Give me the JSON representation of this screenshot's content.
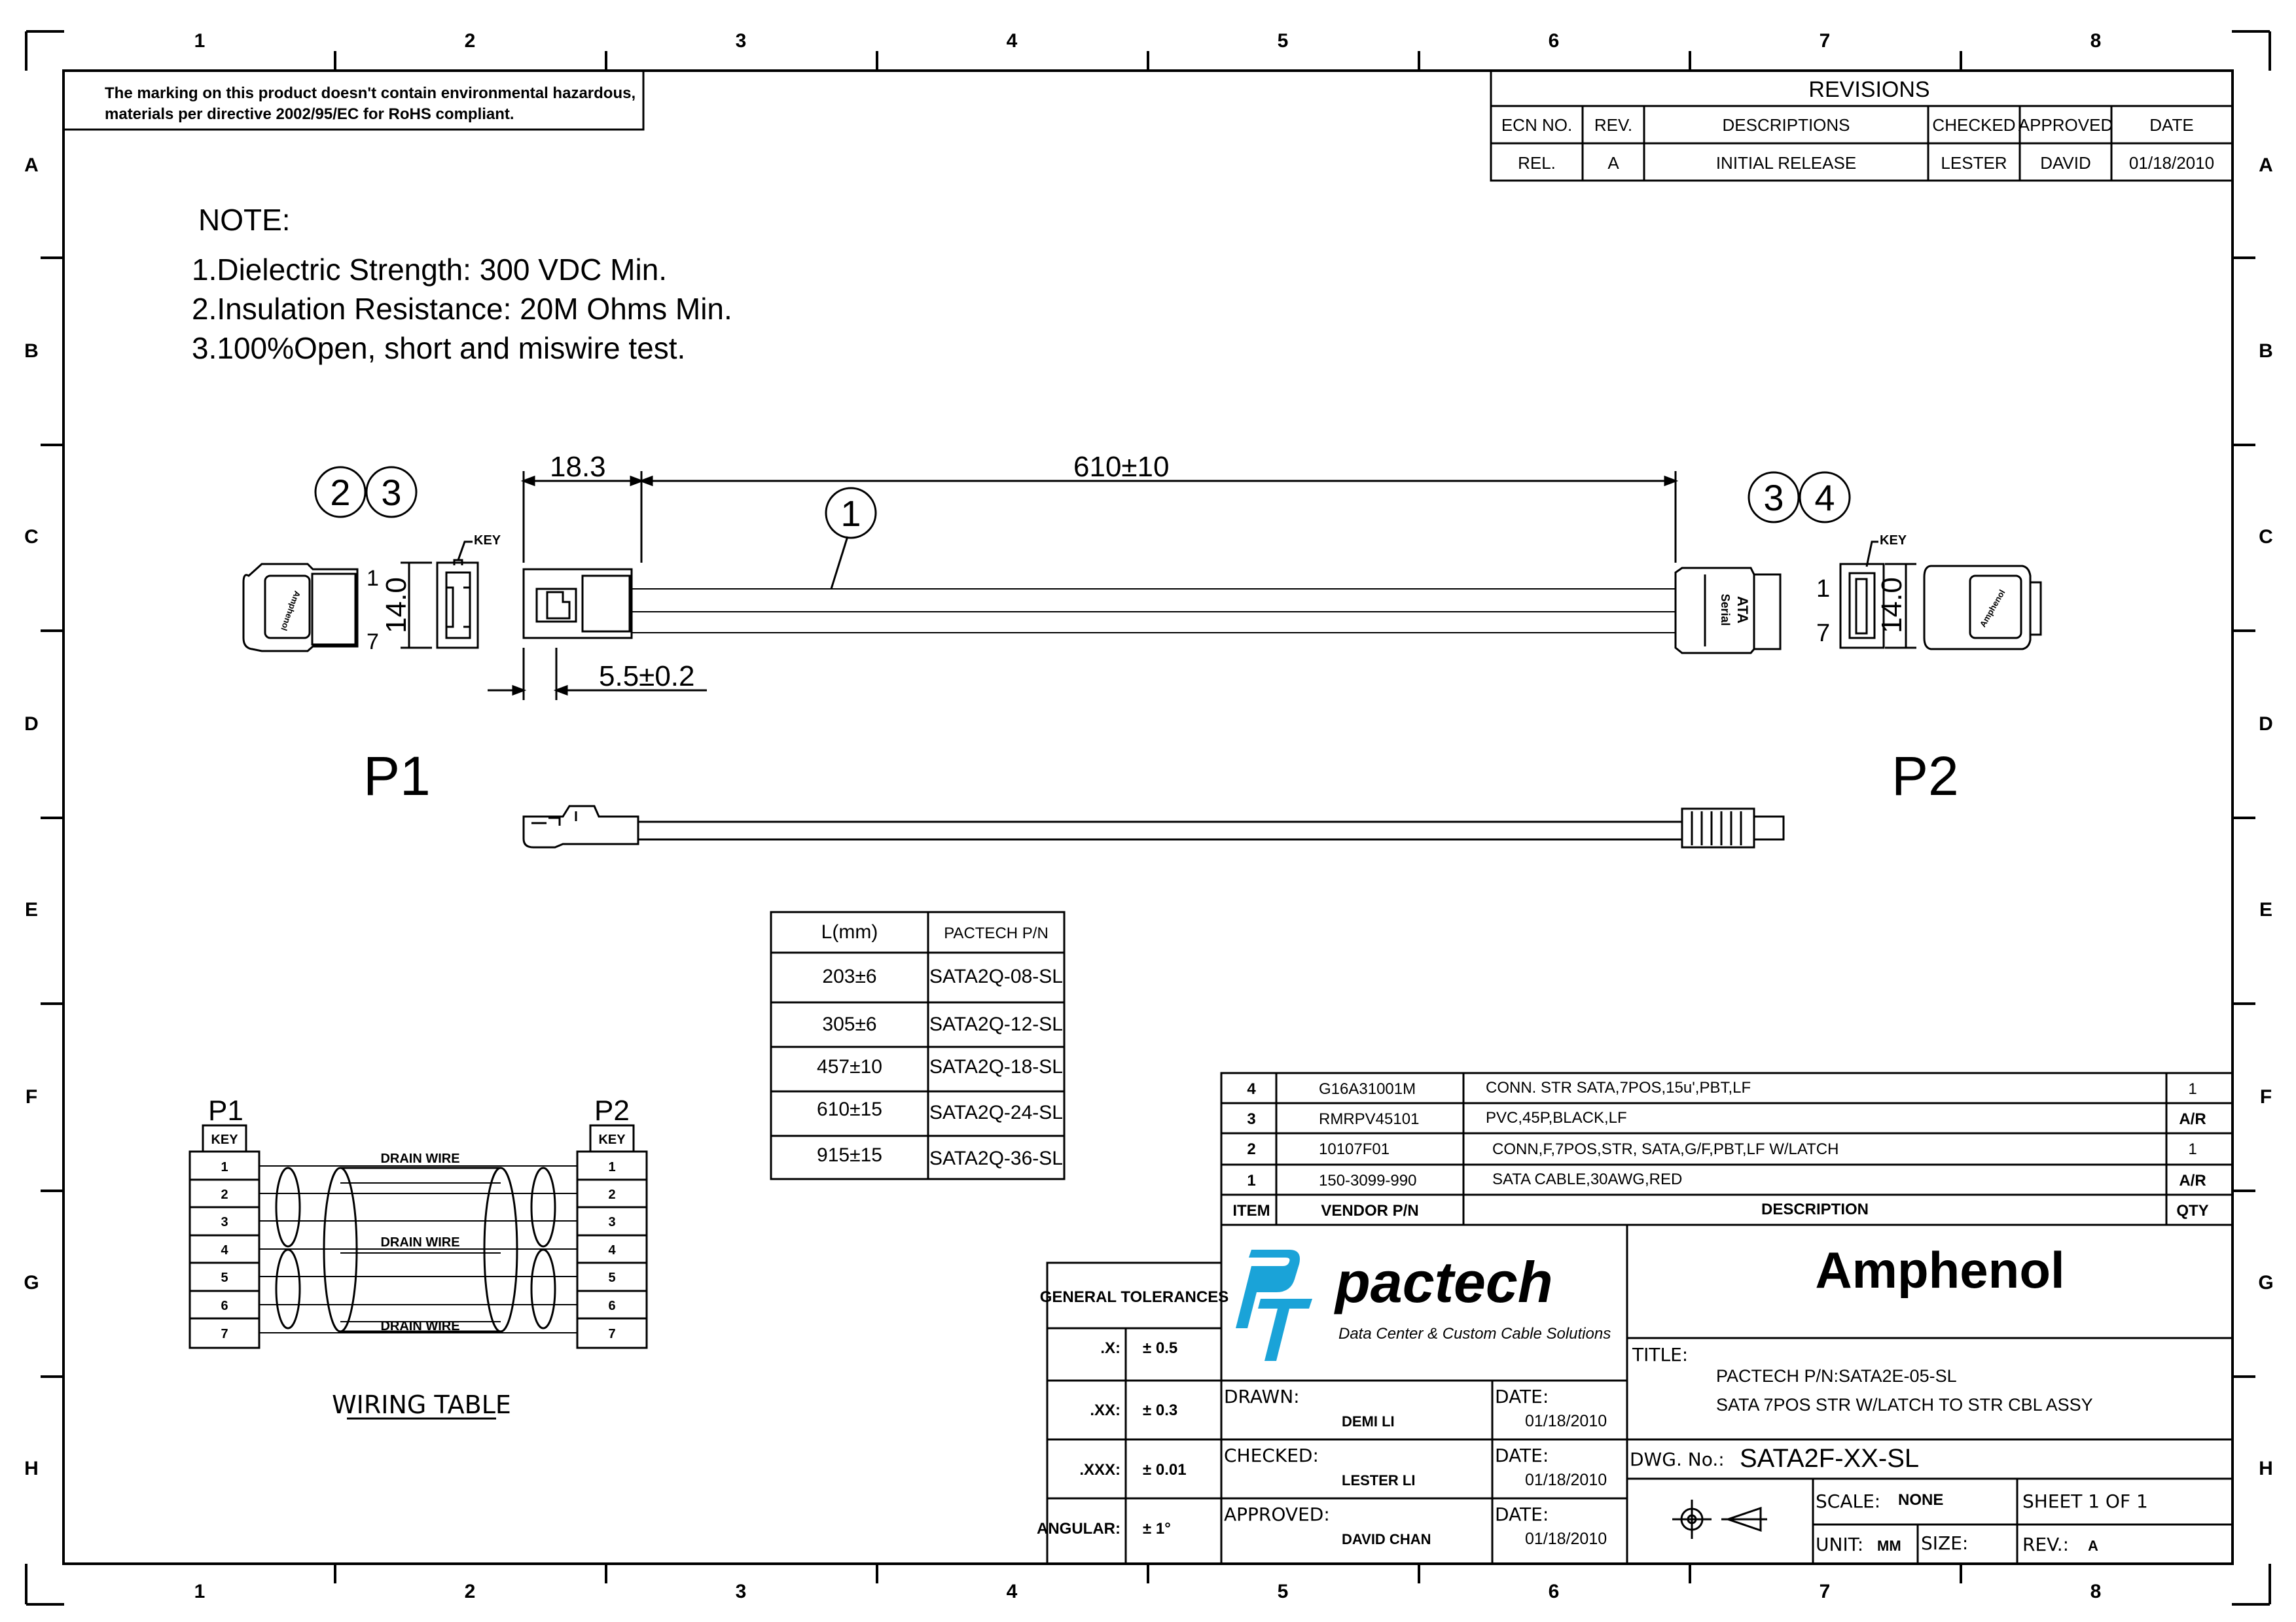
{
  "border": {
    "columns": [
      "1",
      "2",
      "3",
      "4",
      "5",
      "6",
      "7",
      "8"
    ],
    "rows": [
      "A",
      "B",
      "C",
      "D",
      "E",
      "F",
      "G",
      "H"
    ]
  },
  "rohs_note": {
    "line1": "The marking on this product doesn't contain environmental hazardous,",
    "line2": "materials per directive 2002/95/EC for RoHS compliant."
  },
  "revisions": {
    "title": "REVISIONS",
    "headers": [
      "ECN NO.",
      "REV.",
      "DESCRIPTIONS",
      "CHECKED",
      "APPROVED",
      "DATE"
    ],
    "row": [
      "REL.",
      "A",
      "INITIAL RELEASE",
      "LESTER",
      "DAVID",
      "01/18/2010"
    ]
  },
  "notes": {
    "heading": "NOTE:",
    "items": [
      "1.Dielectric Strength: 300 VDC Min.",
      "2.Insulation Resistance: 20M Ohms Min.",
      "3.100%Open, short and miswire test."
    ]
  },
  "drawing": {
    "dim_length": "610±10",
    "dim_connector": "18.3",
    "dim_height_left": "14.0",
    "dim_height_right": "14.0",
    "dim_offset": "5.5±0.2",
    "balloon_1": "1",
    "balloon_2": "2",
    "balloon_3_left": "3",
    "balloon_3_right": "3",
    "balloon_4": "4",
    "key_left": "KEY",
    "key_right": "KEY",
    "pin_top_left": "1",
    "pin_bottom_left": "7",
    "pin_top_right": "1",
    "pin_bottom_right": "7",
    "label_p1": "P1",
    "label_p2": "P2",
    "brand_mark": "Amphenol",
    "connector_text_1": "Serial",
    "connector_text_2": "ATA"
  },
  "length_table": {
    "headers": [
      "L(mm)",
      "PACTECH P/N"
    ],
    "rows": [
      [
        "203±6",
        "SATA2Q-08-SL"
      ],
      [
        "305±6",
        "SATA2Q-12-SL"
      ],
      [
        "457±10",
        "SATA2Q-18-SL"
      ],
      [
        "610±15",
        "SATA2Q-24-SL"
      ],
      [
        "915±15",
        "SATA2Q-36-SL"
      ]
    ]
  },
  "wiring": {
    "p1": "P1",
    "p2": "P2",
    "key": "KEY",
    "pins": [
      "1",
      "2",
      "3",
      "4",
      "5",
      "6",
      "7"
    ],
    "drain_wire": "DRAIN WIRE",
    "title": "WIRING TABLE"
  },
  "bom": {
    "rows": [
      [
        "4",
        "G16A31001M",
        "CONN. STR SATA,7POS,15u',PBT,LF",
        "1"
      ],
      [
        "3",
        "RMRPV45101",
        "PVC,45P,BLACK,LF",
        "A/R"
      ],
      [
        "2",
        "10107F01",
        "CONN,F,7POS,STR, SATA,G/F,PBT,LF W/LATCH",
        "1"
      ],
      [
        "1",
        "150-3099-990",
        "SATA CABLE,30AWG,RED",
        "A/R"
      ]
    ],
    "headers": [
      "ITEM",
      "VENDOR P/N",
      "DESCRIPTION",
      "QTY"
    ]
  },
  "tolerances": {
    "title": "GENERAL TOLERANCES",
    "rows": [
      [
        ".X:",
        "± 0.5"
      ],
      [
        ".XX:",
        "± 0.3"
      ],
      [
        ".XXX:",
        "± 0.01"
      ],
      [
        "ANGULAR:",
        "± 1°"
      ]
    ]
  },
  "title_block": {
    "logo_name": "pactech",
    "logo_tagline": "Data Center & Custom Cable Solutions",
    "company": "Amphenol",
    "title_label": "TITLE:",
    "title_line1": "PACTECH P/N:SATA2E-05-SL",
    "title_line2": "SATA 7POS STR W/LATCH TO STR CBL ASSY",
    "drawn_label": "DRAWN:",
    "drawn_by": "DEMI LI",
    "checked_label": "CHECKED:",
    "checked_by": "LESTER LI",
    "approved_label": "APPROVED:",
    "approved_by": "DAVID CHAN",
    "date_label": "DATE:",
    "date1": "01/18/2010",
    "date2": "01/18/2010",
    "date3": "01/18/2010",
    "dwg_label": "DWG. No.:",
    "dwg_no": "SATA2F-XX-SL",
    "scale_label": "SCALE:",
    "scale": "NONE",
    "sheet": "SHEET 1 OF 1",
    "unit_label": "UNIT:",
    "unit": "MM",
    "size_label": "SIZE:",
    "rev_label": "REV.:",
    "rev": "A"
  },
  "colors": {
    "line": "#000000",
    "logo_blue": "#1aa3d8",
    "logo_dark": "#231f20"
  }
}
